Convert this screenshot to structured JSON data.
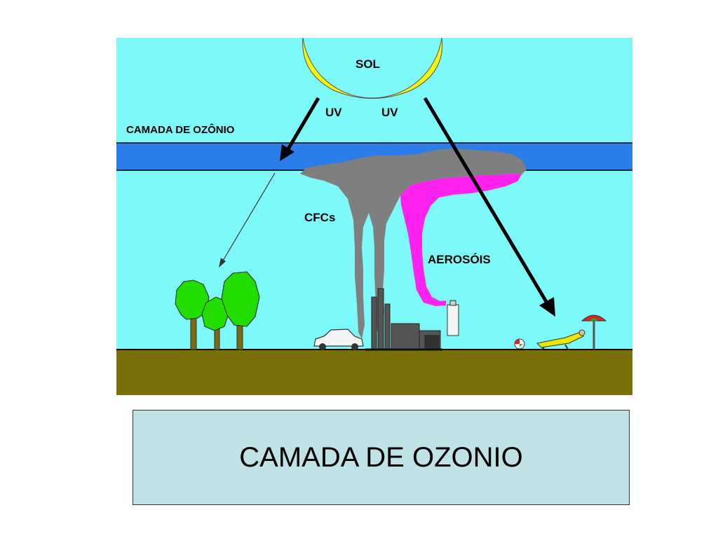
{
  "diagram": {
    "sun_label": "SOL",
    "uv_left_label": "UV",
    "uv_right_label": "UV",
    "ozone_layer_label": "CAMADA DE OZÔNIO",
    "cfcs_label": "CFCs",
    "aerosols_label": "AEROSÓIS",
    "colors": {
      "sky": "#7ef9fa",
      "ozone_band": "#2b7de9",
      "ground": "#7a700a",
      "sun": "#f9f505",
      "cfc_smoke": "#7f7f7f",
      "aerosol_smoke": "#ff22ee",
      "trees": "#22dd00"
    }
  },
  "caption": {
    "text": "CAMADA DE OZONIO"
  }
}
